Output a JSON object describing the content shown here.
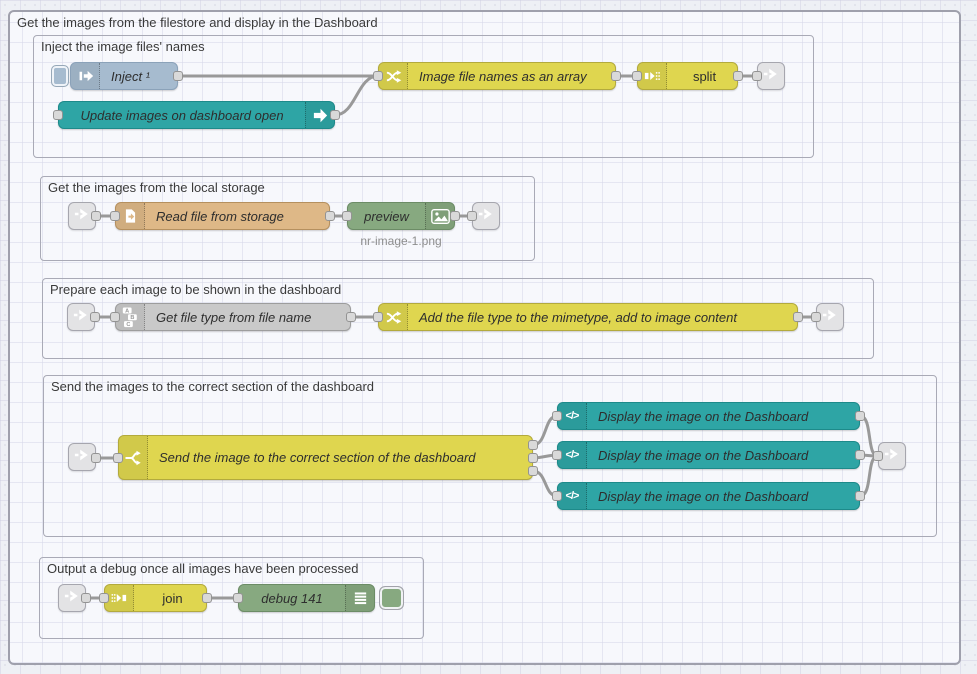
{
  "groups": {
    "outer": {
      "label": "Get the images from the filestore and display in the Dashboard"
    },
    "inject": {
      "label": "Inject the image files' names"
    },
    "storage": {
      "label": "Get the images from the local storage"
    },
    "prepare": {
      "label": "Prepare each image to be shown in the dashboard"
    },
    "send": {
      "label": "Send the images to the correct section of the dashboard"
    },
    "output": {
      "label": "Output a debug once all images have been processed"
    }
  },
  "nodes": {
    "inject": {
      "label": "Inject ¹",
      "icon": "inject-arrow-icon"
    },
    "ui_control": {
      "label": "Update images on dashboard open",
      "icon": "arrow-right-icon"
    },
    "fn_array": {
      "label": "Image file names as an array",
      "icon": "swap-arrows-icon"
    },
    "split": {
      "label": "split",
      "icon": "split-icon"
    },
    "read_file": {
      "label": "Read file from storage",
      "icon": "file-icon"
    },
    "preview": {
      "label": "preview",
      "status": "nr-image-1.png",
      "icon": "image-icon"
    },
    "get_type": {
      "label": "Get file type from file name",
      "icon": "abc-icon"
    },
    "fn_mimetype": {
      "label": "Add the file type to the mimetype, add to image content",
      "icon": "swap-arrows-icon"
    },
    "switch": {
      "label": "Send the image to the correct section of the dashboard",
      "icon": "switch-fork-icon"
    },
    "display1": {
      "label": "Display the image on the Dashboard",
      "icon": "code-template-icon",
      "glyph": "</>"
    },
    "display2": {
      "label": "Display the image on the Dashboard",
      "icon": "code-template-icon",
      "glyph": "</>"
    },
    "display3": {
      "label": "Display the image on the Dashboard",
      "icon": "code-template-icon",
      "glyph": "</>"
    },
    "join": {
      "label": "join",
      "icon": "join-icon"
    },
    "debug": {
      "label": "debug 141",
      "icon": "debug-lines-icon"
    }
  },
  "colors": {
    "inject_node": "#a6bbcf",
    "dashboard_teal": "#2ea5a5",
    "function_yellow": "#dfd64f",
    "file_tan": "#deb887",
    "debug_green": "#87a980",
    "gray_node": "#c9c9c9",
    "link_node": "#e3e3e5",
    "wire": "#999999",
    "group_border": "#a9aab6",
    "canvas_bg": "#eef0f5"
  }
}
